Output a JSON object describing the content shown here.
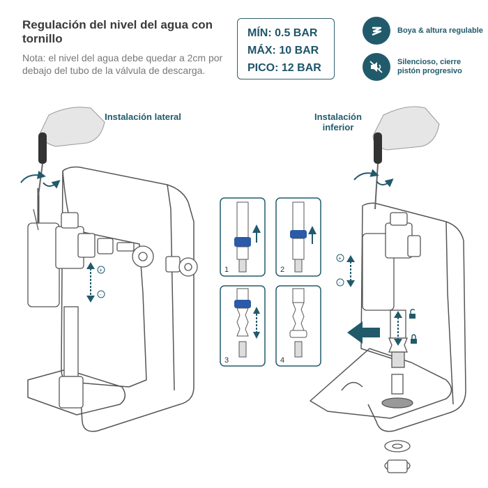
{
  "title": "Regulación del nivel del agua con tornillo",
  "note": "Nota: el nivel del agua debe quedar a 2cm por debajo del tubo de la válvula de descarga.",
  "pressure": [
    {
      "label": "MÍN: 0.5 BAR"
    },
    {
      "label": "MÁX: 10 BAR"
    },
    {
      "label": "PICO: 12 BAR"
    }
  ],
  "features": [
    {
      "icon": "float-adjust-icon",
      "text": "Boya & altura regulable"
    },
    {
      "icon": "silent-icon",
      "text": "Silencioso, cierre pistón progresivo"
    }
  ],
  "sections": {
    "lateral": "Instalación lateral",
    "inferior": "Instalación inferior"
  },
  "steps": [
    "1",
    "2",
    "3",
    "4"
  ],
  "colors": {
    "accent": "#215a6b",
    "blue_ring": "#2a5aa8",
    "line": "#555555"
  }
}
